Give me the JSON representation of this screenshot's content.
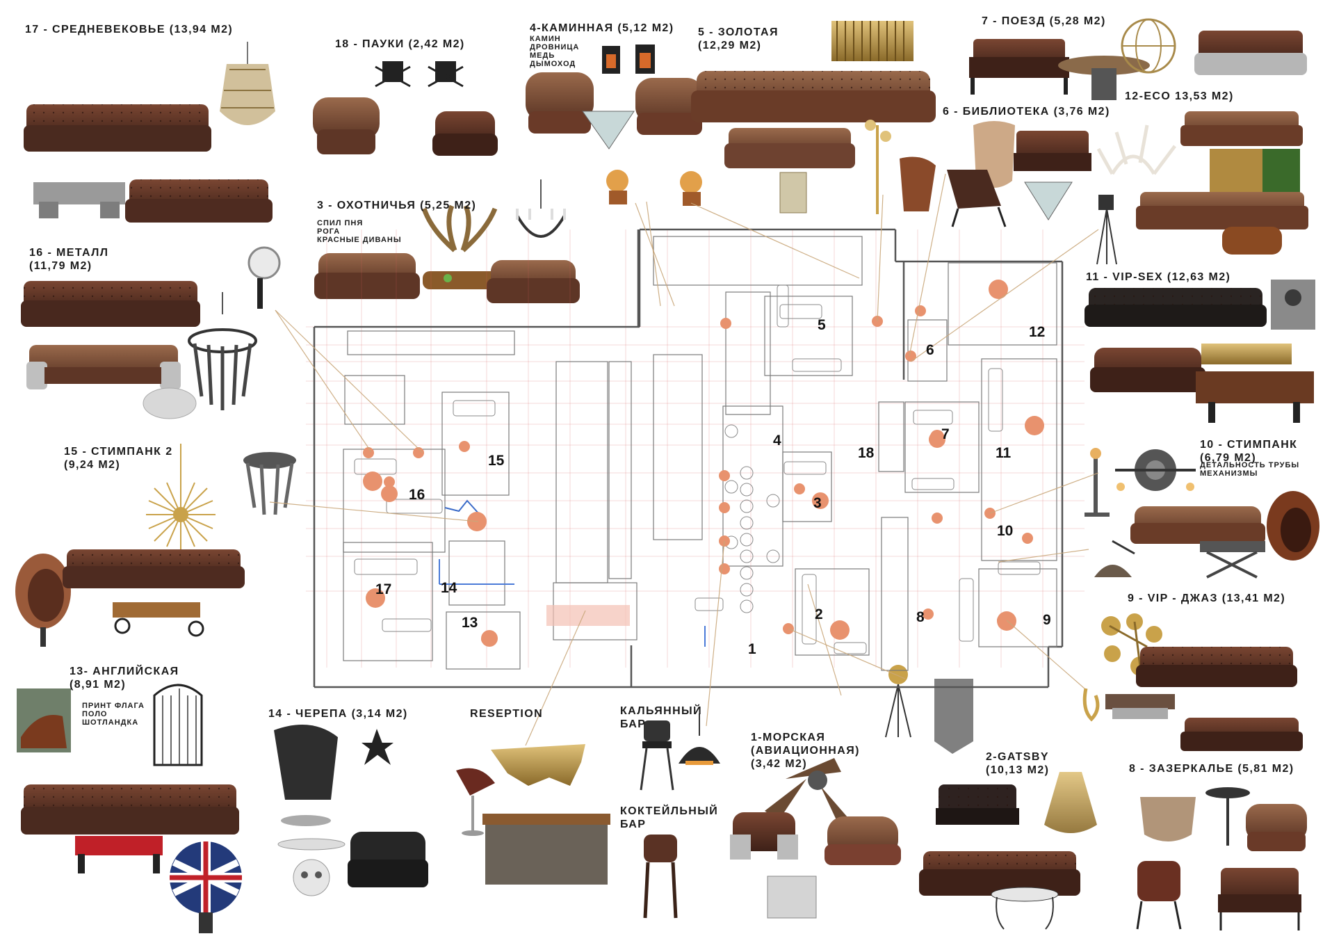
{
  "colors": {
    "leather_dark": "#4a2a1f",
    "leather_mid": "#6b3b2a",
    "leather_light": "#8a5a40",
    "brass": "#b8933e",
    "plan_line": "#7a7a7a",
    "plan_red": "#d85a5a",
    "marker": "#e8926e",
    "leader": "#c9a77a"
  },
  "zones": [
    {
      "key": "z17",
      "title": "17 - СРЕДНЕВЕКОВЬЕ (13,94 М2)",
      "notes": []
    },
    {
      "key": "z18",
      "title": "18 - ПАУКИ (2,42 М2)",
      "notes": []
    },
    {
      "key": "z4",
      "title": "4-КАМИННАЯ (5,12 М2)",
      "notes": [
        "КАМИН",
        "ДРОВНИЦА",
        "МЕДЬ",
        "ДЫМОХОД"
      ]
    },
    {
      "key": "z5",
      "title": "5 - ЗОЛОТАЯ",
      "title2": "(12,29 М2)",
      "notes": []
    },
    {
      "key": "z7",
      "title": "7 - ПОЕЗД (5,28 М2)",
      "notes": []
    },
    {
      "key": "z12",
      "title": "12-ECO 13,53 М2)",
      "notes": []
    },
    {
      "key": "z6",
      "title": "6 - БИБЛИОТЕКА (3,76 М2)",
      "notes": []
    },
    {
      "key": "z3",
      "title": "3 - ОХОТНИЧЬЯ (5,25 М2)",
      "notes": [
        "СПИЛ ПНЯ",
        "РОГА",
        "КРАСНЫЕ ДИВАНЫ"
      ]
    },
    {
      "key": "z16",
      "title": "16 - МЕТАЛЛ",
      "title2": "(11,79 М2)",
      "notes": []
    },
    {
      "key": "z11",
      "title": "11 - VIP-SEX (12,63 М2)",
      "notes": []
    },
    {
      "key": "z15",
      "title": "15 - СТИМПАНК 2",
      "title2": "(9,24 М2)",
      "notes": []
    },
    {
      "key": "z10",
      "title": "10 - СТИМПАНК",
      "title2": "(6,79 М2)",
      "notes": [
        "ДЕТАЛЬНОСТЬ ТРУБЫ",
        "МЕХАНИЗМЫ"
      ]
    },
    {
      "key": "z9",
      "title": "9 - VIP - ДЖАЗ (13,41 М2)",
      "notes": []
    },
    {
      "key": "z13",
      "title": "13- АНГЛИЙСКАЯ",
      "title2": "(8,91 М2)",
      "notes": [
        "ПРИНТ ФЛАГА",
        "ПОЛО",
        "ШОТЛАНДКА"
      ]
    },
    {
      "key": "z14",
      "title": "14 - ЧЕРЕПА (3,14 М2)",
      "notes": []
    },
    {
      "key": "zr",
      "title": "RESEPTION",
      "notes": []
    },
    {
      "key": "zk",
      "title": "КАЛЬЯННЫЙ",
      "title2": "БАР",
      "notes": []
    },
    {
      "key": "zc",
      "title": "КОКТЕЙЛЬНЫЙ",
      "title2": "БАР",
      "notes": []
    },
    {
      "key": "z1",
      "title": "1-МОРСКАЯ",
      "title2": "(АВИАЦИОННАЯ)",
      "title3": "(3,42 М2)",
      "notes": []
    },
    {
      "key": "z2",
      "title": "2-GATSBY",
      "title2": "(10,13 М2)",
      "notes": []
    },
    {
      "key": "z8",
      "title": "8 - ЗАЗЕРКАЛЬЕ (5,81 М2)",
      "notes": []
    }
  ],
  "plan_numbers": [
    "5",
    "12",
    "6",
    "4",
    "18",
    "7",
    "11",
    "15",
    "16",
    "3",
    "10",
    "17",
    "14",
    "13",
    "2",
    "8",
    "9",
    "1"
  ]
}
